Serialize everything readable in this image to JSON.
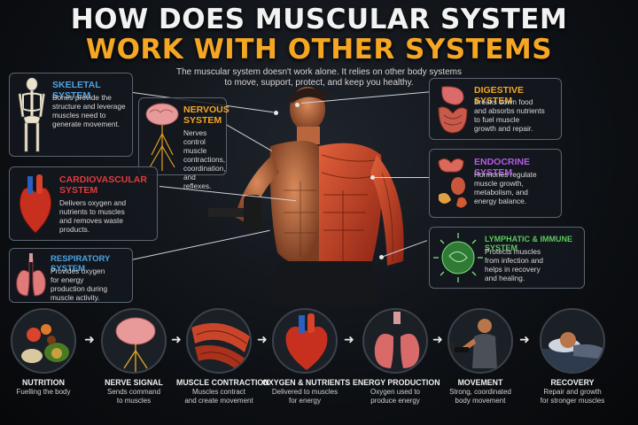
{
  "title_line1": "HOW DOES MUSCULAR SYSTEM",
  "title_line2": "WORK WITH OTHER SYSTEMS",
  "intro_line1": "The muscular system doesn't work alone. It relies on other body systems",
  "intro_line2": "to move, support, protect, and keep you healthy.",
  "systems": {
    "skeletal": {
      "title": "SKELETAL SYSTEM",
      "desc": [
        "Bones provide the",
        "structure and leverage",
        "muscles need to",
        "generate movement."
      ],
      "color": "#4fa3e0"
    },
    "nervous": {
      "title_line1": "NERVOUS",
      "title_line2": "SYSTEM",
      "desc": [
        "Nerves control",
        "muscle contractions,",
        "coordination, and",
        "reflexes."
      ],
      "color": "#f5a623"
    },
    "cardiovascular": {
      "title_line1": "CARDIOVASCULAR",
      "title_line2": "SYSTEM",
      "desc": [
        "Delivers oxygen and",
        "nutrients to muscles",
        "and removes waste",
        "products."
      ],
      "color": "#e23b3b"
    },
    "respiratory": {
      "title": "RESPIRATORY SYSTEM",
      "desc": [
        "Provides oxygen",
        "for energy",
        "production during",
        "muscle activity."
      ],
      "color": "#4fa3e0"
    },
    "digestive": {
      "title": "DIGESTIVE SYSTEM",
      "desc": [
        "Breaks down food",
        "and absorbs nutrients",
        "to fuel muscle",
        "growth and repair."
      ],
      "color": "#f5a623"
    },
    "endocrine": {
      "title": "ENDOCRINE SYSTEM",
      "desc": [
        "Hormones regulate",
        "muscle growth,",
        "metabolism, and",
        "energy balance."
      ],
      "color": "#b35be0"
    },
    "lymphatic": {
      "title": "LYMPHATIC & IMMUNE SYSTEM",
      "desc": [
        "Protects muscles",
        "from infection and",
        "helps in recovery",
        "and healing."
      ],
      "color": "#5cc85c"
    }
  },
  "steps": [
    {
      "title": "NUTRITION",
      "desc": [
        "Fuelling the body"
      ]
    },
    {
      "title": "NERVE SIGNAL",
      "desc": [
        "Sends command",
        "to muscles"
      ]
    },
    {
      "title": "MUSCLE CONTRACTION",
      "desc": [
        "Muscles contract",
        "and create movement"
      ]
    },
    {
      "title": "OXYGEN & NUTRIENTS",
      "desc": [
        "Delivered to muscles",
        "for energy"
      ]
    },
    {
      "title": "ENERGY PRODUCTION",
      "desc": [
        "Oxygen used to",
        "produce energy"
      ]
    },
    {
      "title": "MOVEMENT",
      "desc": [
        "Strong, coordinated",
        "body movement"
      ]
    },
    {
      "title": "RECOVERY",
      "desc": [
        "Repair and growth",
        "for stronger muscles"
      ]
    }
  ],
  "arrow_glyph": "➜"
}
